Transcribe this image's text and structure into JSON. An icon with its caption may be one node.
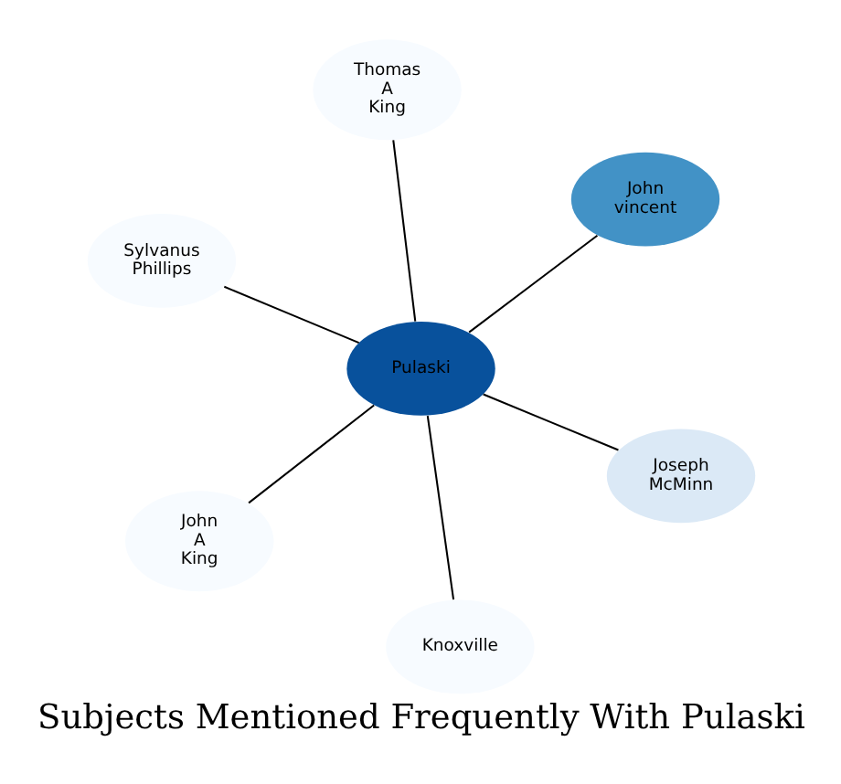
{
  "diagram": {
    "title": "Subjects Mentioned Frequently With Pulaski",
    "nodes": [
      {
        "text": [
          "Sylvanus Phillips"
        ]
      },
      {
        "text": [
          "Joseph McMinn"
        ]
      },
      {
        "text": [
          "Knoxville"
        ]
      },
      {
        "text": [
          "Pulaski"
        ]
      },
      {
        "text": [
          "John vincent"
        ]
      },
      {
        "text": [
          "Thomas A King"
        ]
      },
      {
        "text": [
          "John A King"
        ]
      }
    ],
    "edges": [
      {
        "from": 3,
        "to": 0,
        "arrow": "none"
      },
      {
        "from": 3,
        "to": 1,
        "arrow": "none"
      },
      {
        "from": 3,
        "to": 2,
        "arrow": "none"
      },
      {
        "from": 3,
        "to": 4,
        "arrow": "none"
      },
      {
        "from": 3,
        "to": 5,
        "arrow": "none"
      },
      {
        "from": 3,
        "to": 6,
        "arrow": "none"
      }
    ]
  }
}
